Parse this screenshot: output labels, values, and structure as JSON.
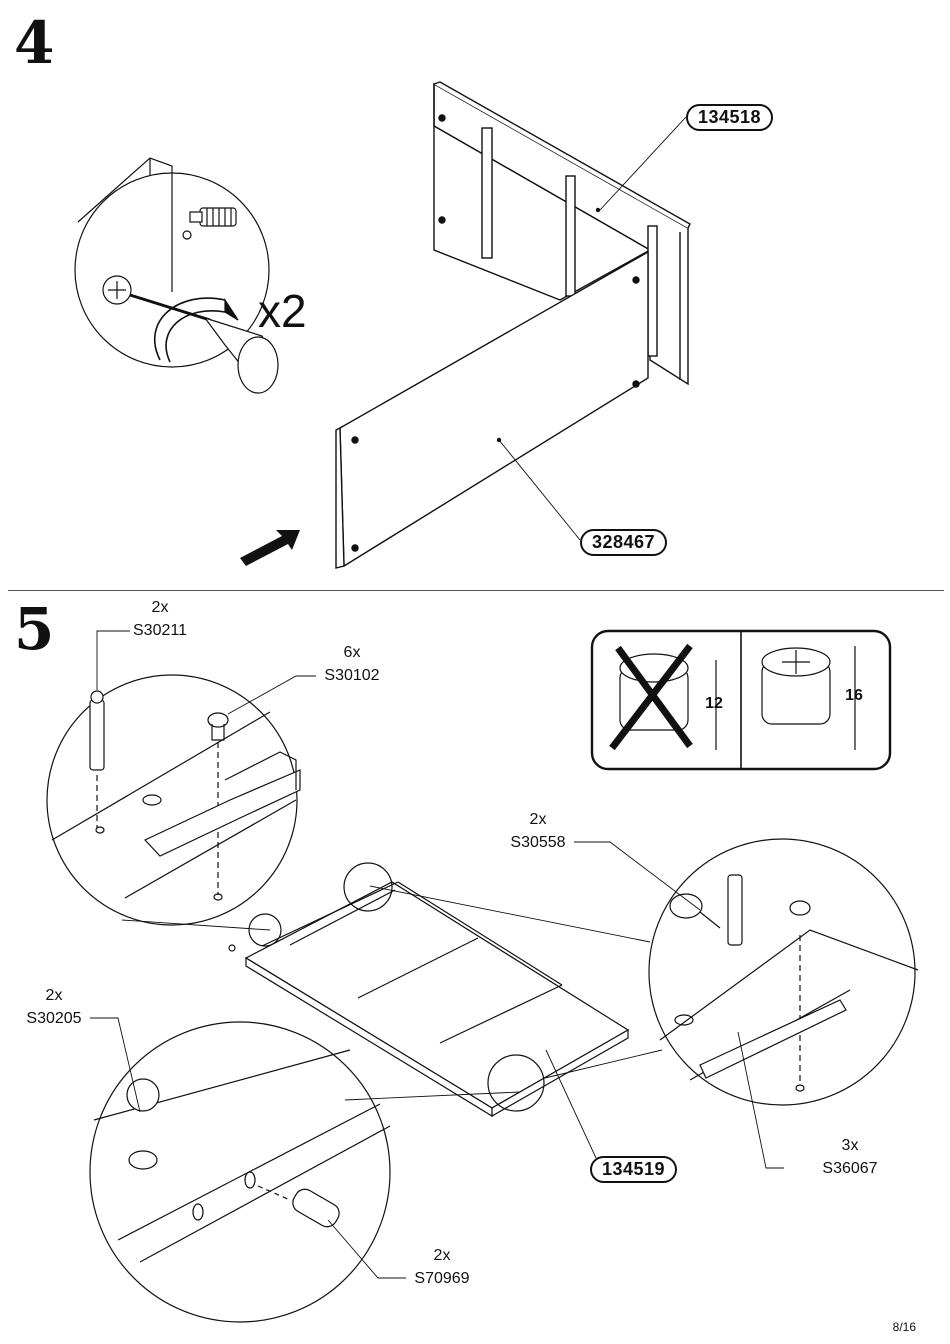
{
  "page": {
    "number": "8/16"
  },
  "step4": {
    "number": "4",
    "multiplier": "x2",
    "part_back": "134518",
    "part_front": "328467"
  },
  "step5": {
    "number": "5",
    "hardware": [
      {
        "qty": "2x",
        "code": "S30211"
      },
      {
        "qty": "6x",
        "code": "S30102"
      },
      {
        "qty": "2x",
        "code": "S30558"
      },
      {
        "qty": "2x",
        "code": "S30205"
      },
      {
        "qty": "3x",
        "code": "S36067"
      },
      {
        "qty": "2x",
        "code": "S70969"
      }
    ],
    "part_panel": "134519",
    "cam_wrong": "12",
    "cam_right": "16"
  }
}
